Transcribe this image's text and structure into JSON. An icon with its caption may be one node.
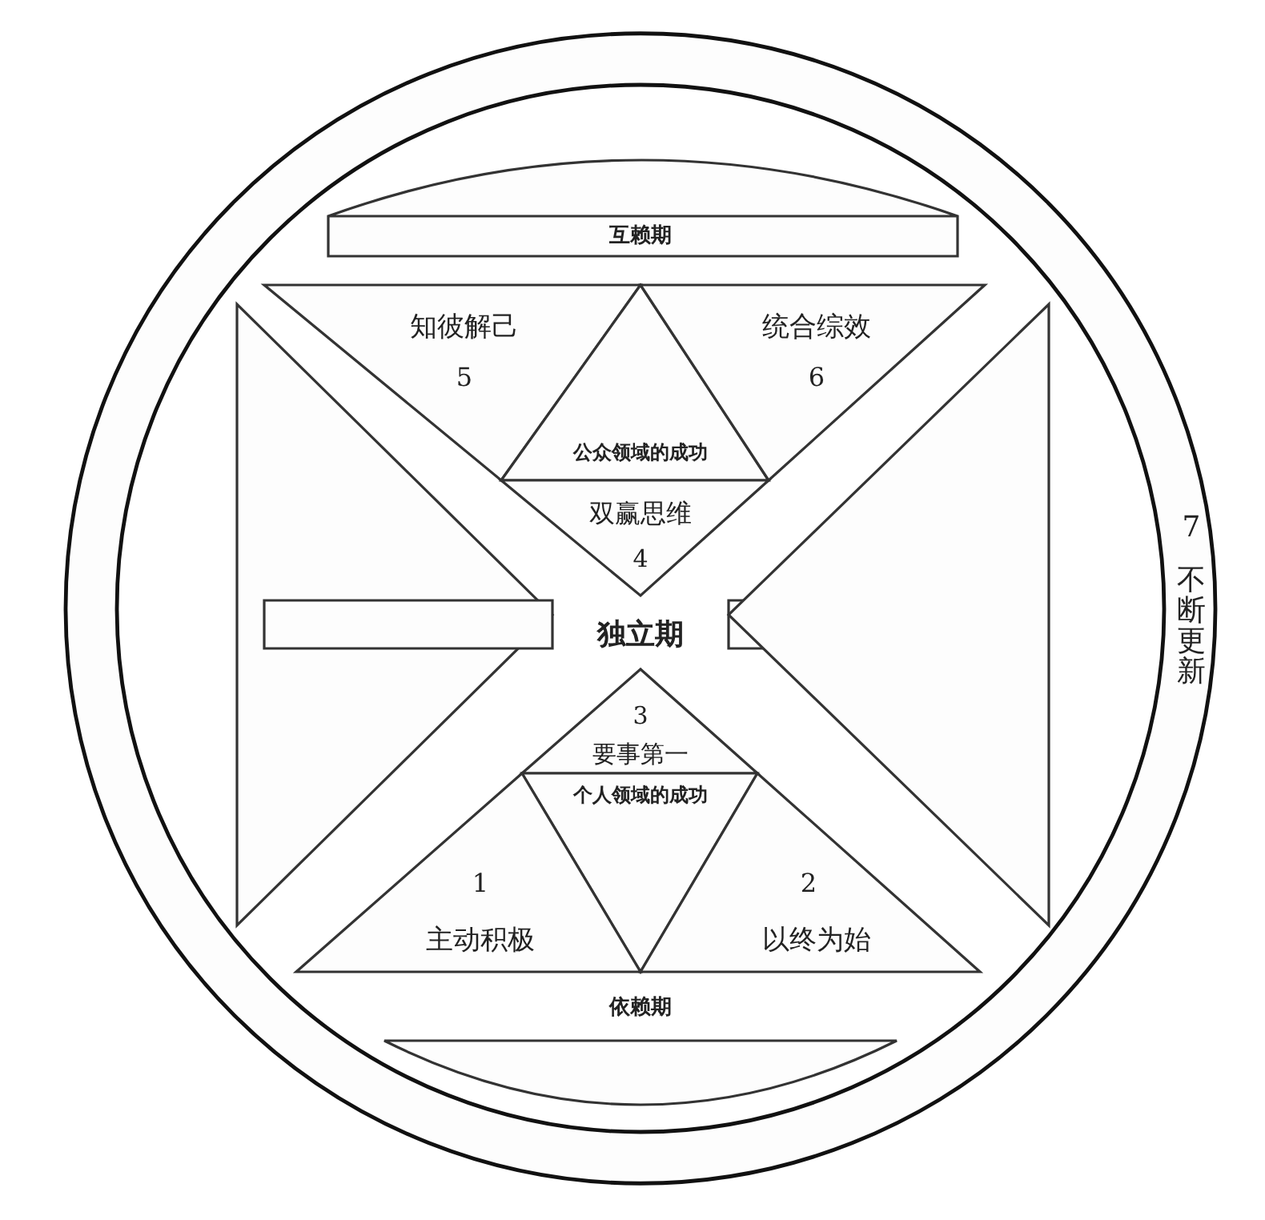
{
  "diagram": {
    "nodes": [
      {
        "text": [
          "7",
          "不断更新"
        ]
      },
      {
        "text": [
          "互赖期"
        ],
        "in": 0
      },
      {
        "text": [
          "知彼解己",
          "5"
        ],
        "in": 0
      },
      {
        "text": [
          "公众领域的成功"
        ],
        "in": 0
      },
      {
        "text": [
          "统合综效",
          "6"
        ],
        "in": 0
      },
      {
        "text": [
          "双赢思维",
          "4"
        ],
        "in": 0
      },
      {
        "text": [],
        "shape": "triangle",
        "in": 0
      },
      {
        "text": [
          "独立期"
        ],
        "in": 0
      },
      {
        "text": [],
        "shape": "triangle",
        "in": 0
      },
      {
        "text": [
          "3",
          "要事第一"
        ],
        "in": 0
      },
      {
        "text": [
          "个人领域的成功"
        ],
        "in": 0
      },
      {
        "text": [
          "1",
          "主动积极"
        ],
        "in": 0
      },
      {
        "text": [
          "2",
          "以终为始"
        ],
        "in": 0
      },
      {
        "text": [],
        "shape": "arc",
        "in": 0
      }
    ],
    "labels": [
      "依赖期"
    ]
  }
}
